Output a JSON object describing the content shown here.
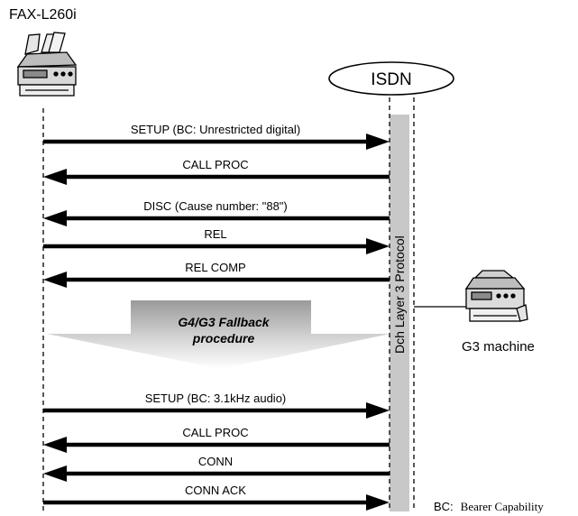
{
  "device_left": {
    "label": "FAX-L260i",
    "icon": "fax-machine-icon"
  },
  "network": {
    "label": "ISDN"
  },
  "protocol_bar": {
    "label": "Dch Layer 3  Protocol"
  },
  "device_right": {
    "label": "G3 machine",
    "icon": "fax-machine-icon"
  },
  "fallback": {
    "line1": "G4/G3 Fallback",
    "line2": "procedure"
  },
  "messages": [
    {
      "label": "SETUP (BC: Unrestricted digital)",
      "direction": "right"
    },
    {
      "label": "CALL PROC",
      "direction": "left"
    },
    {
      "label": "DISC (Cause number: \"88\")",
      "direction": "left"
    },
    {
      "label": "REL",
      "direction": "right"
    },
    {
      "label": "REL COMP",
      "direction": "left"
    },
    {
      "label": "SETUP (BC: 3.1kHz audio)",
      "direction": "right"
    },
    {
      "label": "CALL PROC",
      "direction": "left"
    },
    {
      "label": "CONN",
      "direction": "left"
    },
    {
      "label": "CONN ACK",
      "direction": "right"
    }
  ],
  "footnote": {
    "abbr": "BC:",
    "text": "Bearer Capability"
  },
  "colors": {
    "line": "#000000",
    "bar": "#c8c8c8",
    "fallback_top": "#aaaaaa",
    "fallback_bottom": "#ffffff"
  }
}
